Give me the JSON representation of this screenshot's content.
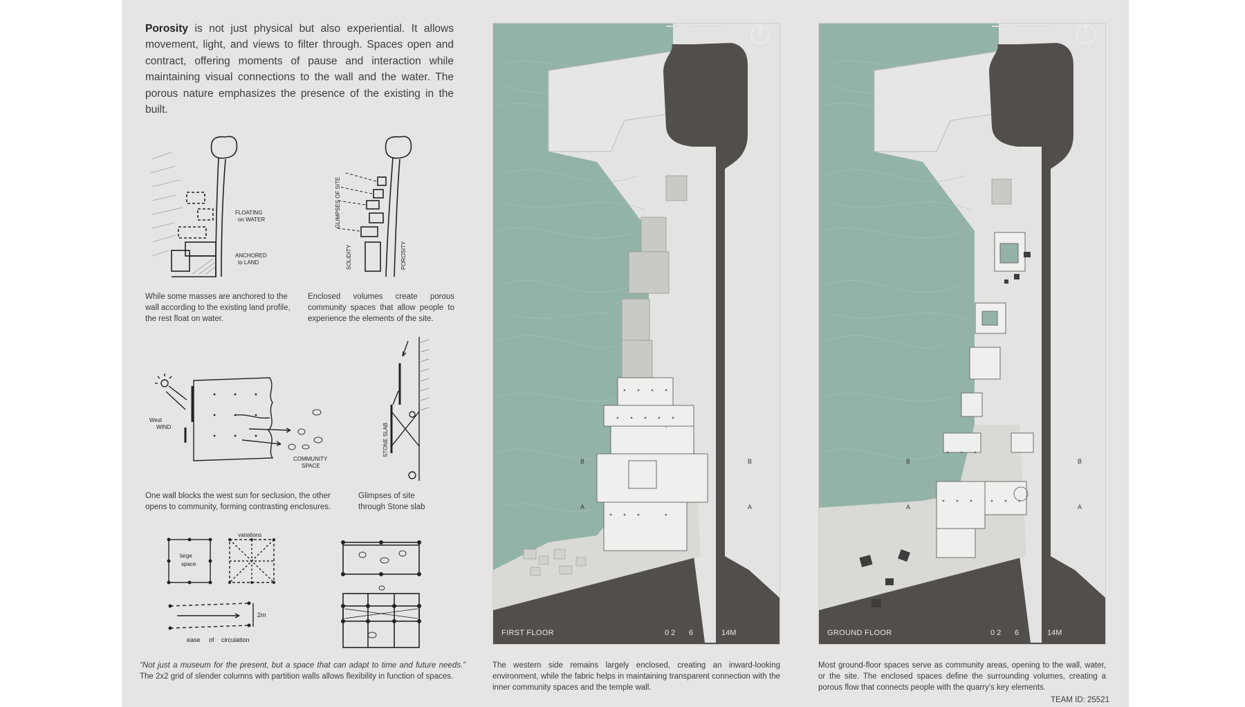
{
  "intro": {
    "bold": "Porosity",
    "text": " is not just physical but also experiential. It allows movement, light, and views to filter through. Spaces open and contract, offering moments of pause and interaction while maintaining visual connections to the wall and the water.  The porous nature emphasizes the presence of the existing in the built."
  },
  "sketch1": {
    "notes": [
      "FLOATING",
      "on WATER",
      "ANCHORED",
      "to LAND"
    ],
    "caption": "While some masses are anchored to the wall according to the existing land profile, the rest float on water."
  },
  "sketch2": {
    "notes": [
      "GLIMPSES OF SITE",
      "SOLIDITY",
      "POROSITY"
    ],
    "caption": "Enclosed volumes create porous community spaces that allow people to experience the elements of the site."
  },
  "sketch3": {
    "notes": [
      "West",
      "WIND",
      "COMMUNITY",
      "SPACE"
    ],
    "caption": "One wall blocks the west sun for seclusion, the other opens to community, forming contrasting enclosures."
  },
  "sketch4": {
    "notes": [
      "STONE SLAB"
    ],
    "caption_line1": "Glimpses of site",
    "caption_line2": "through Stone slab"
  },
  "sketch5": {
    "notes": [
      "variations",
      "large",
      "space",
      "2m",
      "ease",
      "of",
      "circulation"
    ]
  },
  "caption_bottom_left": {
    "italic": "“Not just a museum for the present, but a space that can adapt to time and future needs.”",
    "text": " The 2x2 grid of slender columns with partition walls allows flexibility in function of spaces."
  },
  "plan_first": {
    "label": "FIRST FLOOR",
    "scale": [
      "0 2",
      "6",
      "14M"
    ],
    "sections": [
      "B",
      "B",
      "A",
      "A"
    ],
    "caption": "The western side remains largely enclosed, creating an inward-looking environment, while the fabric helps in maintaining transparent connection with the inner community spaces and the temple wall."
  },
  "plan_ground": {
    "label": "GROUND FLOOR",
    "scale": [
      "0 2",
      "6",
      "14M"
    ],
    "sections": [
      "B",
      "B",
      "A",
      "A"
    ],
    "caption": "Most ground-floor spaces serve as community areas, opening to the wall, water, or the site. The enclosed spaces define the surrounding volumes, creating a porous flow that connects people with the quarry’s key elements."
  },
  "team_id": "TEAM ID: 25521",
  "colors": {
    "water": "#93b3a8",
    "wall": "#524e4b",
    "land": "#e3e3e1",
    "sheet": "#e6e5e3"
  }
}
